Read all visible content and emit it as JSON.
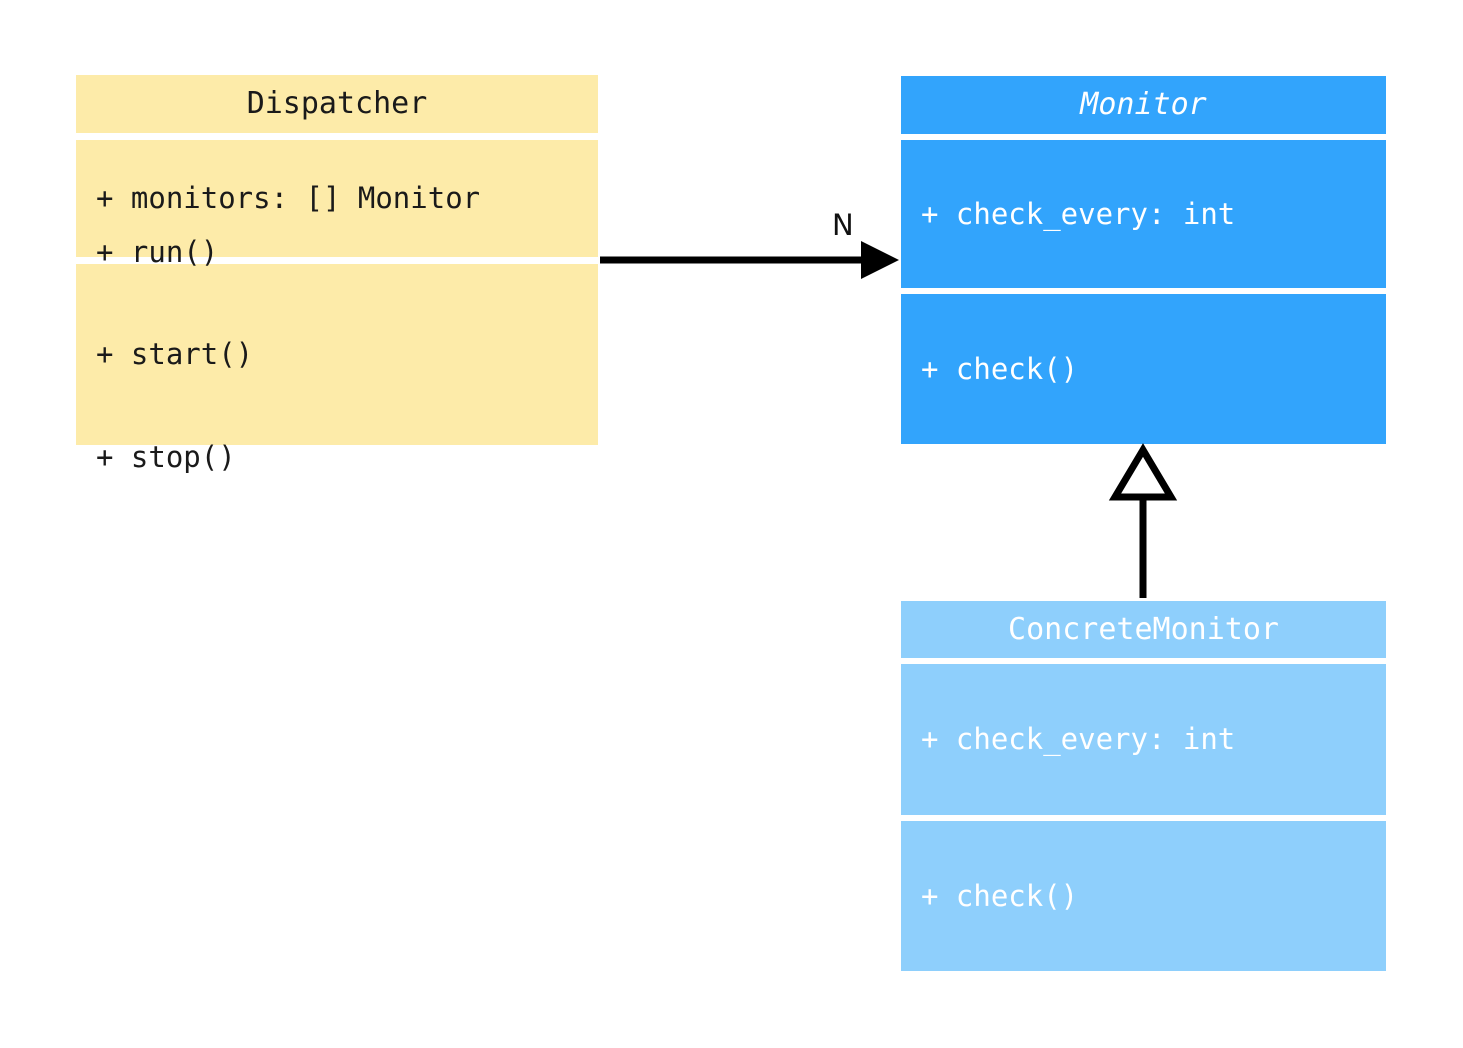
{
  "diagram": {
    "type": "uml-class-diagram",
    "background": "#ffffff",
    "classes": [
      {
        "id": "dispatcher",
        "name": "Dispatcher",
        "abstract": false,
        "fill": "#fdeba9",
        "text_color": "#1a1a1a",
        "attributes": [
          "+ monitors: [] Monitor"
        ],
        "methods": [
          "+ run()",
          "+ start()",
          "+ stop()"
        ]
      },
      {
        "id": "monitor",
        "name": "Monitor",
        "abstract": true,
        "fill": "#32a4fc",
        "text_color": "#ffffff",
        "attributes": [
          "+ check_every: int"
        ],
        "methods": [
          "+ check()"
        ]
      },
      {
        "id": "concrete_monitor",
        "name": "ConcreteMonitor",
        "abstract": false,
        "fill": "#8ecffc",
        "text_color": "#ffffff",
        "attributes": [
          "+ check_every: int"
        ],
        "methods": [
          "+ check()"
        ]
      }
    ],
    "relationships": [
      {
        "id": "dispatcher-to-monitor",
        "kind": "association",
        "from": "Dispatcher",
        "to": "Monitor",
        "arrow": "filled-triangle",
        "label": "N",
        "line_color": "#000000"
      },
      {
        "id": "concrete-monitor-to-monitor",
        "kind": "generalization",
        "from": "ConcreteMonitor",
        "to": "Monitor",
        "arrow": "hollow-triangle",
        "label": "",
        "line_color": "#000000"
      }
    ]
  },
  "dispatcher": {
    "title": "Dispatcher",
    "attributes": {
      "0": "+ monitors: [] Monitor"
    },
    "methods": {
      "0": "+ run()",
      "1": "+ start()",
      "2": "+ stop()"
    }
  },
  "monitor": {
    "title": "Monitor",
    "attributes": {
      "0": "+ check_every: int"
    },
    "methods": {
      "0": "+ check()"
    }
  },
  "concrete_monitor": {
    "title": "ConcreteMonitor",
    "attributes": {
      "0": "+ check_every: int"
    },
    "methods": {
      "0": "+ check()"
    }
  },
  "edges": {
    "association_label": "N"
  }
}
